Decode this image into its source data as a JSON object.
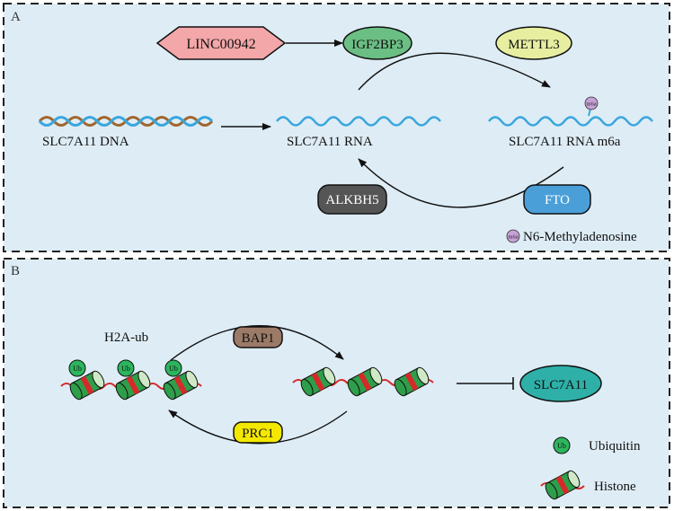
{
  "panel_a": {
    "letter": "A",
    "nodes": {
      "linc": "LINC00942",
      "igf2bp3": "IGF2BP3",
      "mettl3": "METTL3",
      "alkbh5": "ALKBH5",
      "fto": "FTO"
    },
    "labels": {
      "dna": "SLC7A11 DNA",
      "rna": "SLC7A11 RNA",
      "rna_m6a": "SLC7A11 RNA m6a"
    },
    "m6a_badge": "m6a",
    "legend": "N6-Methyladenosine"
  },
  "panel_b": {
    "letter": "B",
    "h2a_label": "H2A-ub",
    "bap1": "BAP1",
    "prc1": "PRC1",
    "target": "SLC7A11",
    "ub_badge": "Ub",
    "legend_ubiquitin": "Ubiquitin",
    "legend_histone": "Histone"
  },
  "colors": {
    "panel_bg": "#deedf5",
    "linc_fill": "#f4a7a8",
    "igf2bp3_fill": "#6cbf84",
    "mettl3_fill": "#e8eea0",
    "alkbh5_fill": "#555555",
    "fto_fill": "#4a9fd8",
    "bap1_fill": "#9c7a68",
    "prc1_fill": "#f5e800",
    "slc7a11_fill": "#2eb0a8",
    "ub_fill": "#2db55d",
    "m6a_fill": "#c7a2d6",
    "rna_wave": "#3aa6de",
    "dna_strand_brown": "#a0662e",
    "histone_red": "#d62a2a",
    "histone_green": "#2e9e4a"
  }
}
